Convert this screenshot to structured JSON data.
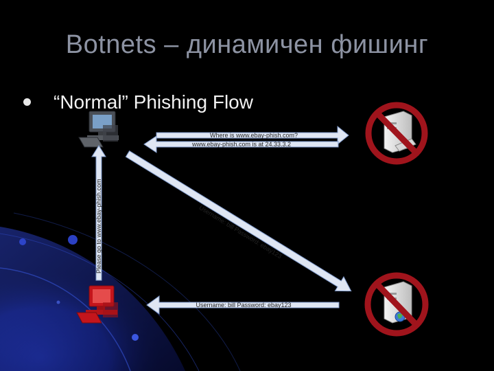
{
  "slide": {
    "title": "Botnets – динамичен фишинг",
    "bullet": "“Normal” Phishing Flow"
  },
  "diagram": {
    "arrows": {
      "dns_query": "Where is www.ebay-phish.com?",
      "dns_answer": "www.ebay-phish.com is at 24.33.3.2",
      "credentials_sent": "Username: bill   Password: ebay123",
      "credentials_forwarded": "Username: bill Password: ebay123",
      "visit_link": "Please go to www.ebay-phish.com"
    }
  },
  "colors": {
    "background": "#000000",
    "title": "#8d93a3",
    "prohibited_ring": "#a0141c",
    "arrow_fill": "#dfe6f3",
    "arrow_stroke": "#7f9acb",
    "victim_pc": "#c4151c"
  },
  "icons": {
    "user_pc": "desktop-computer-icon",
    "victim_pc": "desktop-computer-icon",
    "server": "server-icon",
    "prohibited": "no-entry-icon"
  }
}
